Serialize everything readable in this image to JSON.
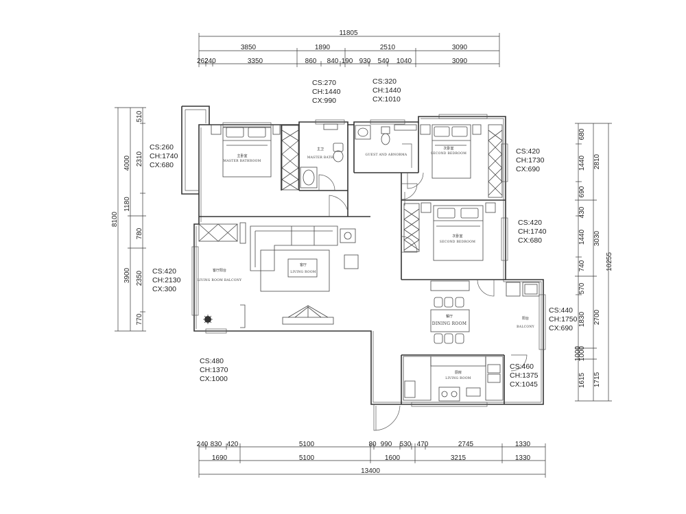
{
  "dims": {
    "top_total": "11805",
    "top_row2": [
      "3850",
      "1890",
      "2510",
      "3090"
    ],
    "top_row3": [
      "262",
      "240",
      "3350",
      "860",
      "840",
      "190",
      "930",
      "540",
      "1040",
      "3090"
    ],
    "bottom_row1": [
      "240",
      "830",
      "420",
      "5100",
      "80",
      "990",
      "530",
      "470",
      "2745",
      "1330"
    ],
    "bottom_row2": [
      "1690",
      "5100",
      "1600",
      "3215",
      "1330"
    ],
    "bottom_total": "13400",
    "left_total": "8100",
    "left_row2": [
      "4000",
      "1180",
      "3900"
    ],
    "left_row3": [
      "510",
      "2310",
      "780",
      "2350",
      "770"
    ],
    "right_row1": [
      "680",
      "690",
      "430",
      "740",
      "570",
      "1000",
      "1615"
    ],
    "right_row2": [
      "2810",
      "1440",
      "1440",
      "1830",
      "1000"
    ],
    "right_row3": [
      "3030",
      "2700",
      "1715"
    ],
    "right_total": "10255"
  },
  "windows": [
    {
      "cs": "CS:270",
      "ch": "CH:1440",
      "cx": "CX:990"
    },
    {
      "cs": "CS:320",
      "ch": "CH:1440",
      "cx": "CX:1010"
    },
    {
      "cs": "CS:260",
      "ch": "CH:1740",
      "cx": "CX:680"
    },
    {
      "cs": "CS:420",
      "ch": "CH:1730",
      "cx": "CX:690"
    },
    {
      "cs": "CS:420",
      "ch": "CH:1740",
      "cx": "CX:680"
    },
    {
      "cs": "CS:420",
      "ch": "CH:2130",
      "cx": "CX:300"
    },
    {
      "cs": "CS:440",
      "ch": "CH:1750",
      "cx": "CX:690"
    },
    {
      "cs": "CS:480",
      "ch": "CH:1370",
      "cx": "CX:1000"
    },
    {
      "cs": "CS:460",
      "ch": "CH:1375",
      "cx": "CX:1045"
    }
  ],
  "rooms": {
    "master_cn": "主卧室",
    "master": "MASTER BATHROOM",
    "master_bath_cn": "主卫",
    "master_bath": "MASTER BATH",
    "guest_bath": "GUEST AND ABNORMA",
    "second_bed_cn": "次卧室",
    "second_bed": "SECOND BEDROOM",
    "third_bed_cn": "次卧室",
    "third_bed": "SECOND BEDROOM",
    "living_cn": "客厅",
    "living": "LIVING ROOM",
    "balcony_left_cn": "客厅阳台",
    "balcony_left": "LIVING ROOM BALCONY",
    "dining_cn": "餐厅",
    "dining": "DINING ROOM",
    "balcony_right_cn": "阳台",
    "balcony_right": "BALCONY",
    "kitchen_cn": "厨房",
    "kitchen": "LIVING ROOM"
  }
}
